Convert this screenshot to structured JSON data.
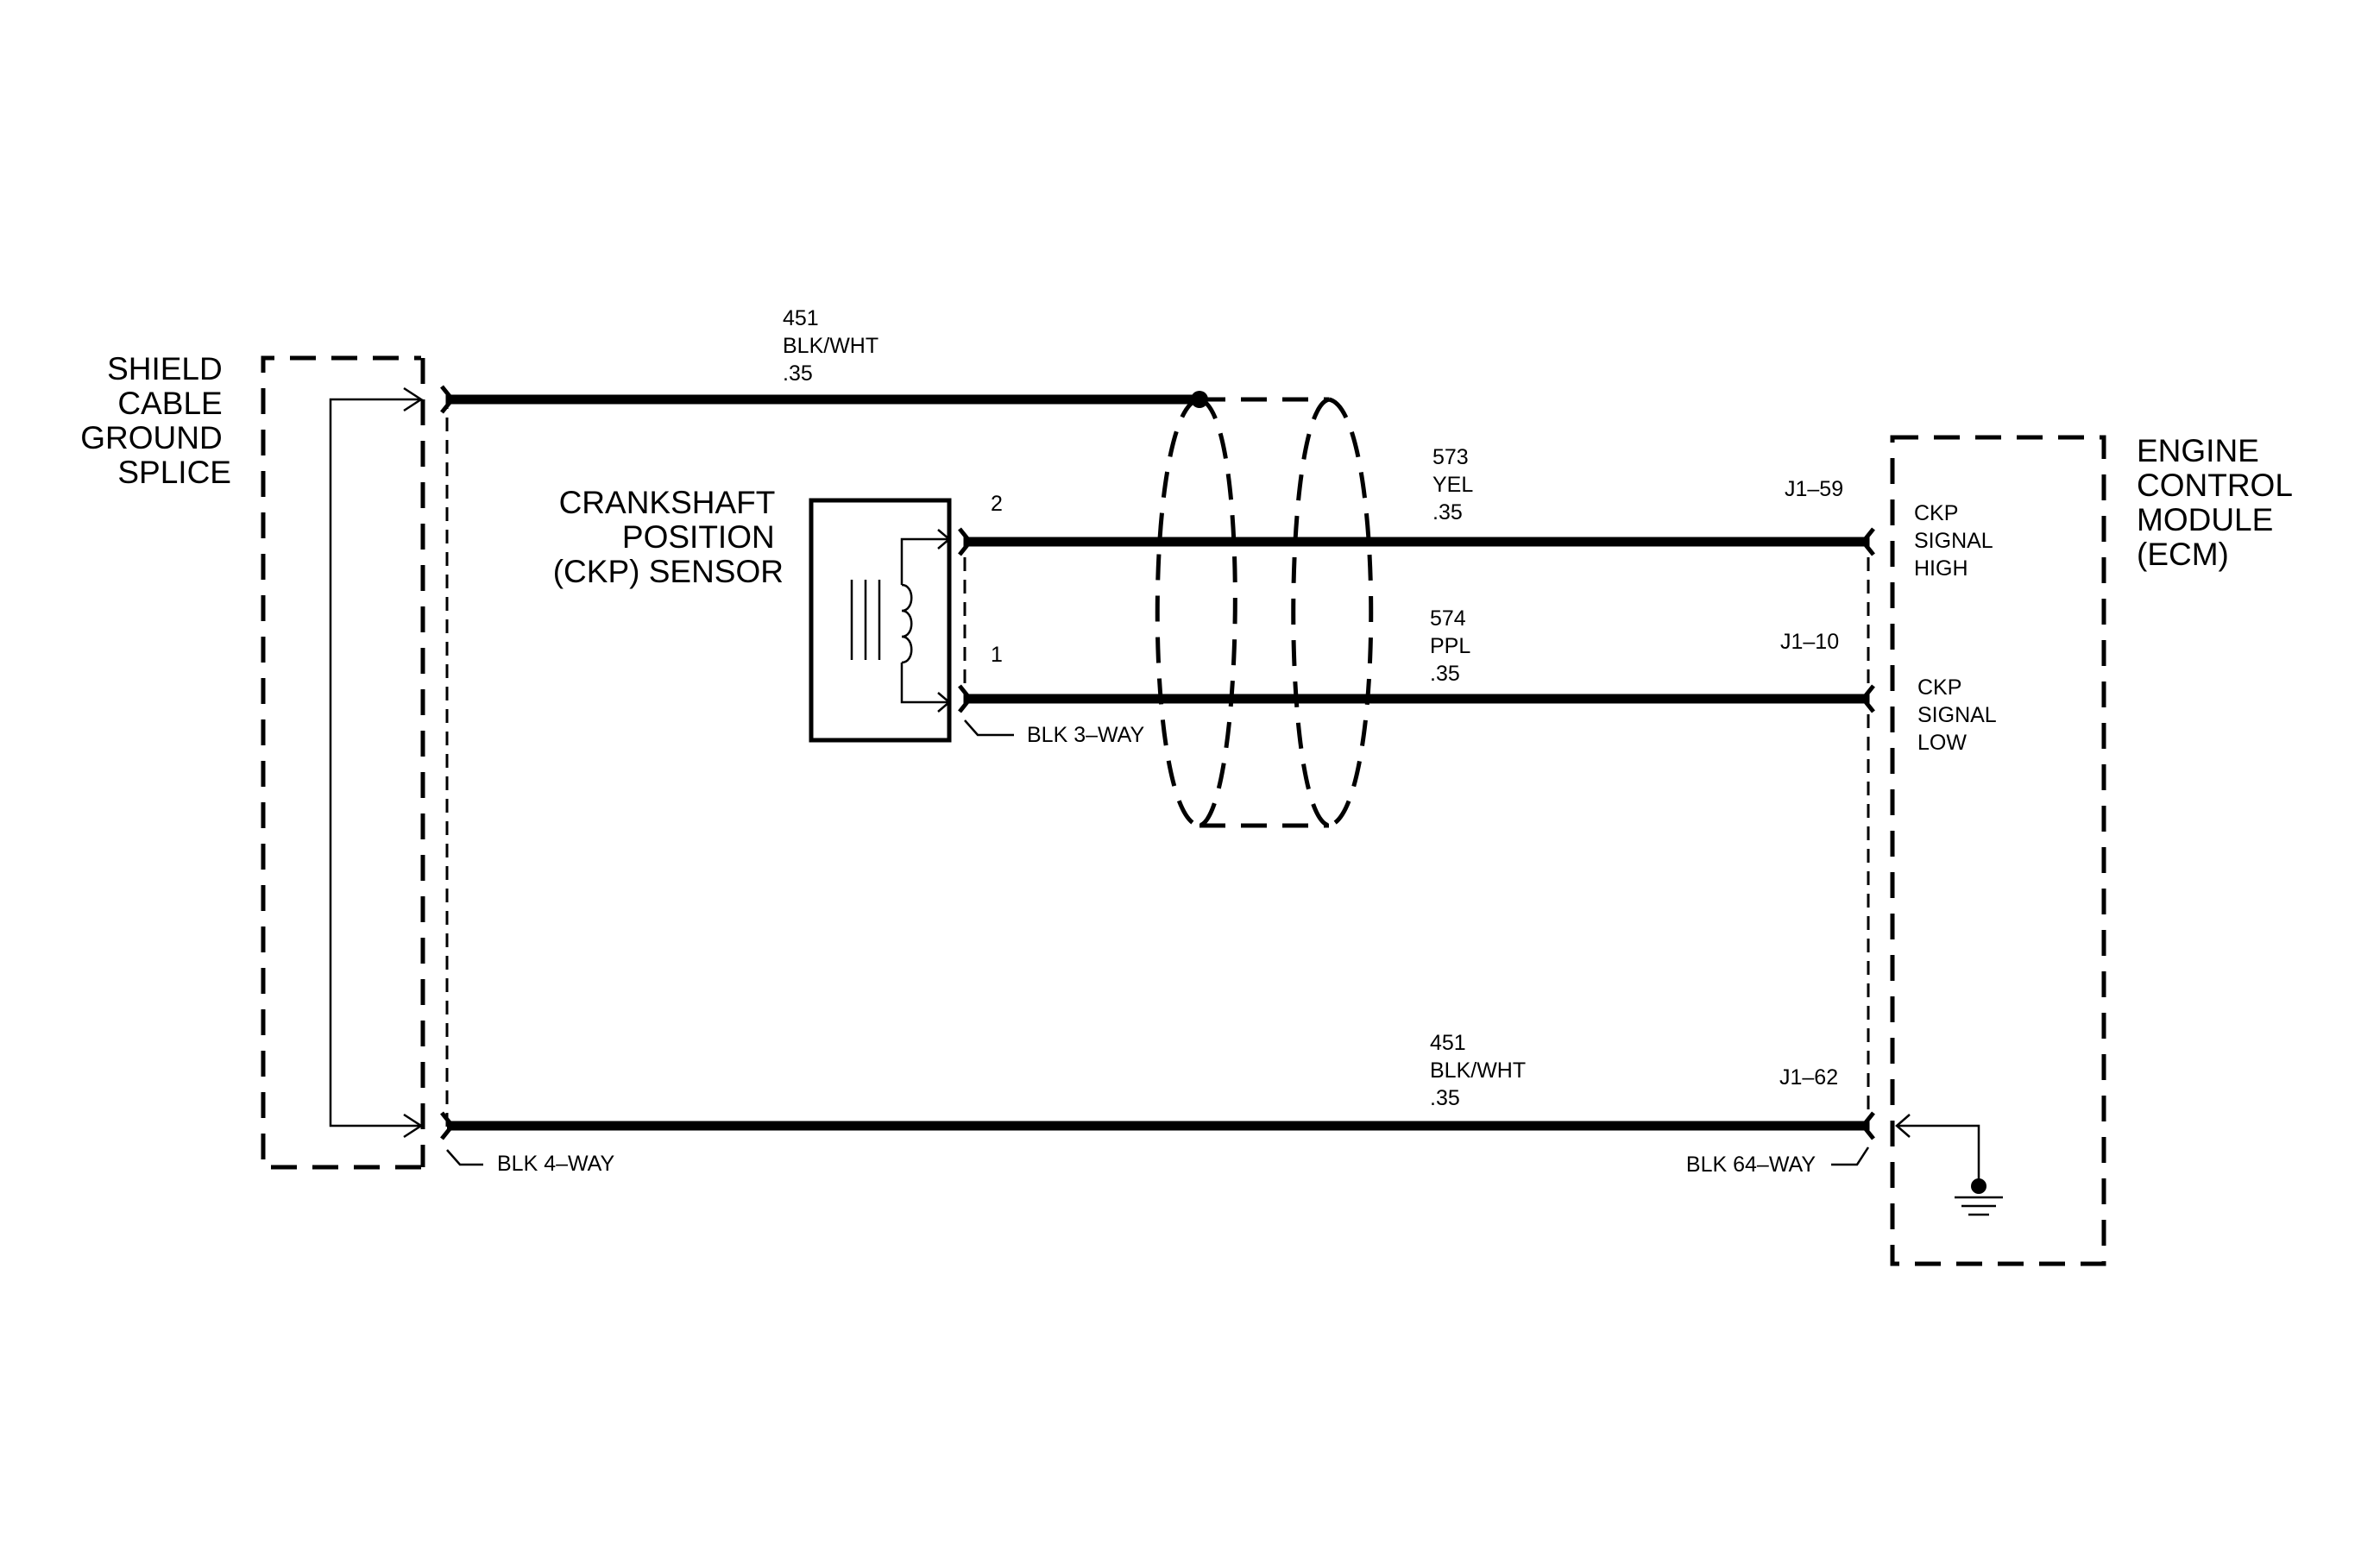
{
  "components": {
    "shield_splice": {
      "lines": [
        "SHIELD",
        "CABLE",
        "GROUND",
        "SPLICE"
      ]
    },
    "ckp_sensor": {
      "lines": [
        "CRANKSHAFT",
        "POSITION",
        "(CKP) SENSOR"
      ]
    },
    "ecm": {
      "lines": [
        "ENGINE",
        "CONTROL",
        "MODULE",
        "(ECM)"
      ]
    }
  },
  "wires": {
    "top_shield": {
      "lines": [
        "451",
        "BLK/WHT",
        ".35"
      ]
    },
    "ckp_high": {
      "lines": [
        "573",
        "YEL",
        ".35"
      ],
      "sensor_pin": "2",
      "ecm_pin": "J1–59"
    },
    "ckp_low": {
      "lines": [
        "574",
        "PPL",
        ".35"
      ],
      "sensor_pin": "1",
      "ecm_pin": "J1–10"
    },
    "bottom_ground": {
      "lines": [
        "451",
        "BLK/WHT",
        ".35"
      ],
      "ecm_pin": "J1–62"
    }
  },
  "connectors": {
    "sensor": "BLK 3–WAY",
    "splice": "BLK 4–WAY",
    "ecm": "BLK 64–WAY"
  },
  "ecm_inputs": {
    "high": [
      "CKP",
      "SIGNAL",
      "HIGH"
    ],
    "low": [
      "CKP",
      "SIGNAL",
      "LOW"
    ]
  }
}
